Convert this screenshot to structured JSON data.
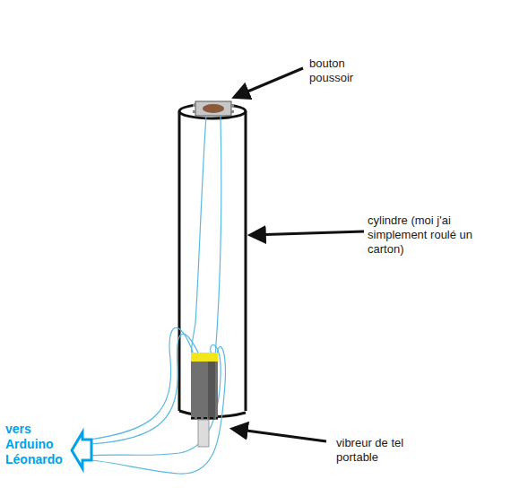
{
  "diagram": {
    "labels": [
      "bouton poussoir",
      "cylindre (moi j'ai simplement roulé un carton)",
      "vibreur de tel portable",
      "vers Arduino Léonardo"
    ]
  }
}
